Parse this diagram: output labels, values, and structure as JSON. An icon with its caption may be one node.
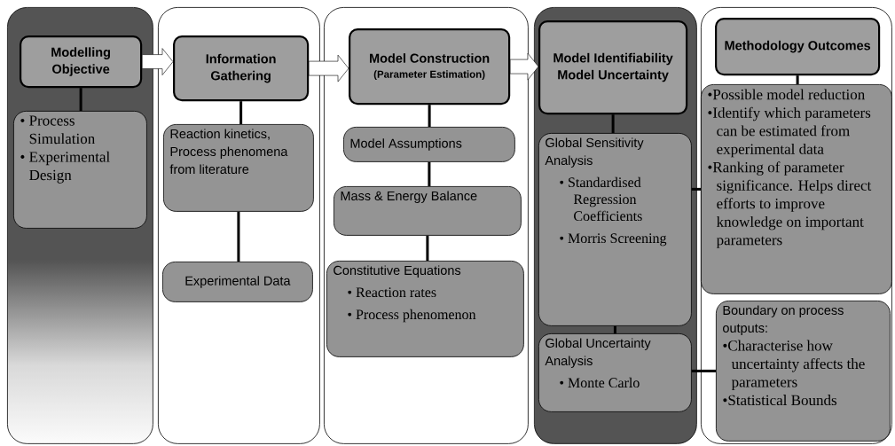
{
  "diagram": {
    "nodes": [
      {
        "text": [],
        "shape": "box"
      },
      {
        "text": [
          "Modelling Objective"
        ],
        "in": 0
      },
      {
        "text": [
          "• Process Simulation",
          "• Experimental Design"
        ],
        "in": 0
      },
      {
        "text": [],
        "shape": "box"
      },
      {
        "text": [
          "Information Gathering"
        ],
        "in": 3
      },
      {
        "text": [
          "Reaction kinetics, Process phenomena from literature"
        ],
        "in": 3
      },
      {
        "text": [
          "Experimental Data"
        ],
        "in": 3
      },
      {
        "text": [],
        "shape": "box"
      },
      {
        "text": [
          "Model Construction",
          "(Parameter Estimation)"
        ],
        "in": 7
      },
      {
        "text": [
          "Model Assumptions"
        ],
        "in": 7
      },
      {
        "text": [
          "Mass & Energy Balance"
        ],
        "in": 7
      },
      {
        "text": [
          "Constitutive Equations",
          "• Reaction rates",
          "• Process phenomenon"
        ],
        "in": 7
      },
      {
        "text": [],
        "shape": "box"
      },
      {
        "text": [
          "Model Identifiability",
          "Model Uncertainty"
        ],
        "in": 12
      },
      {
        "text": [
          "Global Sensitivity Analysis",
          "• Standardised Regression Coefficients",
          "• Morris Screening"
        ],
        "in": 12
      },
      {
        "text": [
          "Global Uncertainty Analysis",
          "• Monte Carlo"
        ],
        "in": 12
      },
      {
        "text": [],
        "shape": "box"
      },
      {
        "text": [
          "Methodology Outcomes"
        ],
        "in": 16
      },
      {
        "text": [
          "•Possible model reduction",
          "•Identify which parameters can be estimated from experimental data",
          "•Ranking of parameter significance. Helps direct efforts to improve knowledge on important parameters"
        ],
        "in": 16
      },
      {
        "text": [
          "Boundary on process outputs:",
          "•Characterise how uncertainty affects the parameters",
          "•Statistical Bounds"
        ],
        "in": 16
      }
    ],
    "edges": [
      {
        "from": 1,
        "to": 4,
        "arrow": "to"
      },
      {
        "from": 4,
        "to": 8,
        "arrow": "to"
      },
      {
        "from": 8,
        "to": 13,
        "arrow": "to"
      },
      {
        "from": 1,
        "to": 2,
        "arrow": "none"
      },
      {
        "from": 4,
        "to": 5,
        "arrow": "none"
      },
      {
        "from": 5,
        "to": 6,
        "arrow": "none"
      },
      {
        "from": 8,
        "to": 9,
        "arrow": "none"
      },
      {
        "from": 9,
        "to": 10,
        "arrow": "none"
      },
      {
        "from": 10,
        "to": 11,
        "arrow": "none"
      },
      {
        "from": 13,
        "to": 14,
        "arrow": "none"
      },
      {
        "from": 14,
        "to": 15,
        "arrow": "none"
      },
      {
        "from": 17,
        "to": 18,
        "arrow": "none"
      },
      {
        "from": 14,
        "to": 18,
        "arrow": "none"
      },
      {
        "from": 15,
        "to": 19,
        "arrow": "none"
      }
    ]
  }
}
